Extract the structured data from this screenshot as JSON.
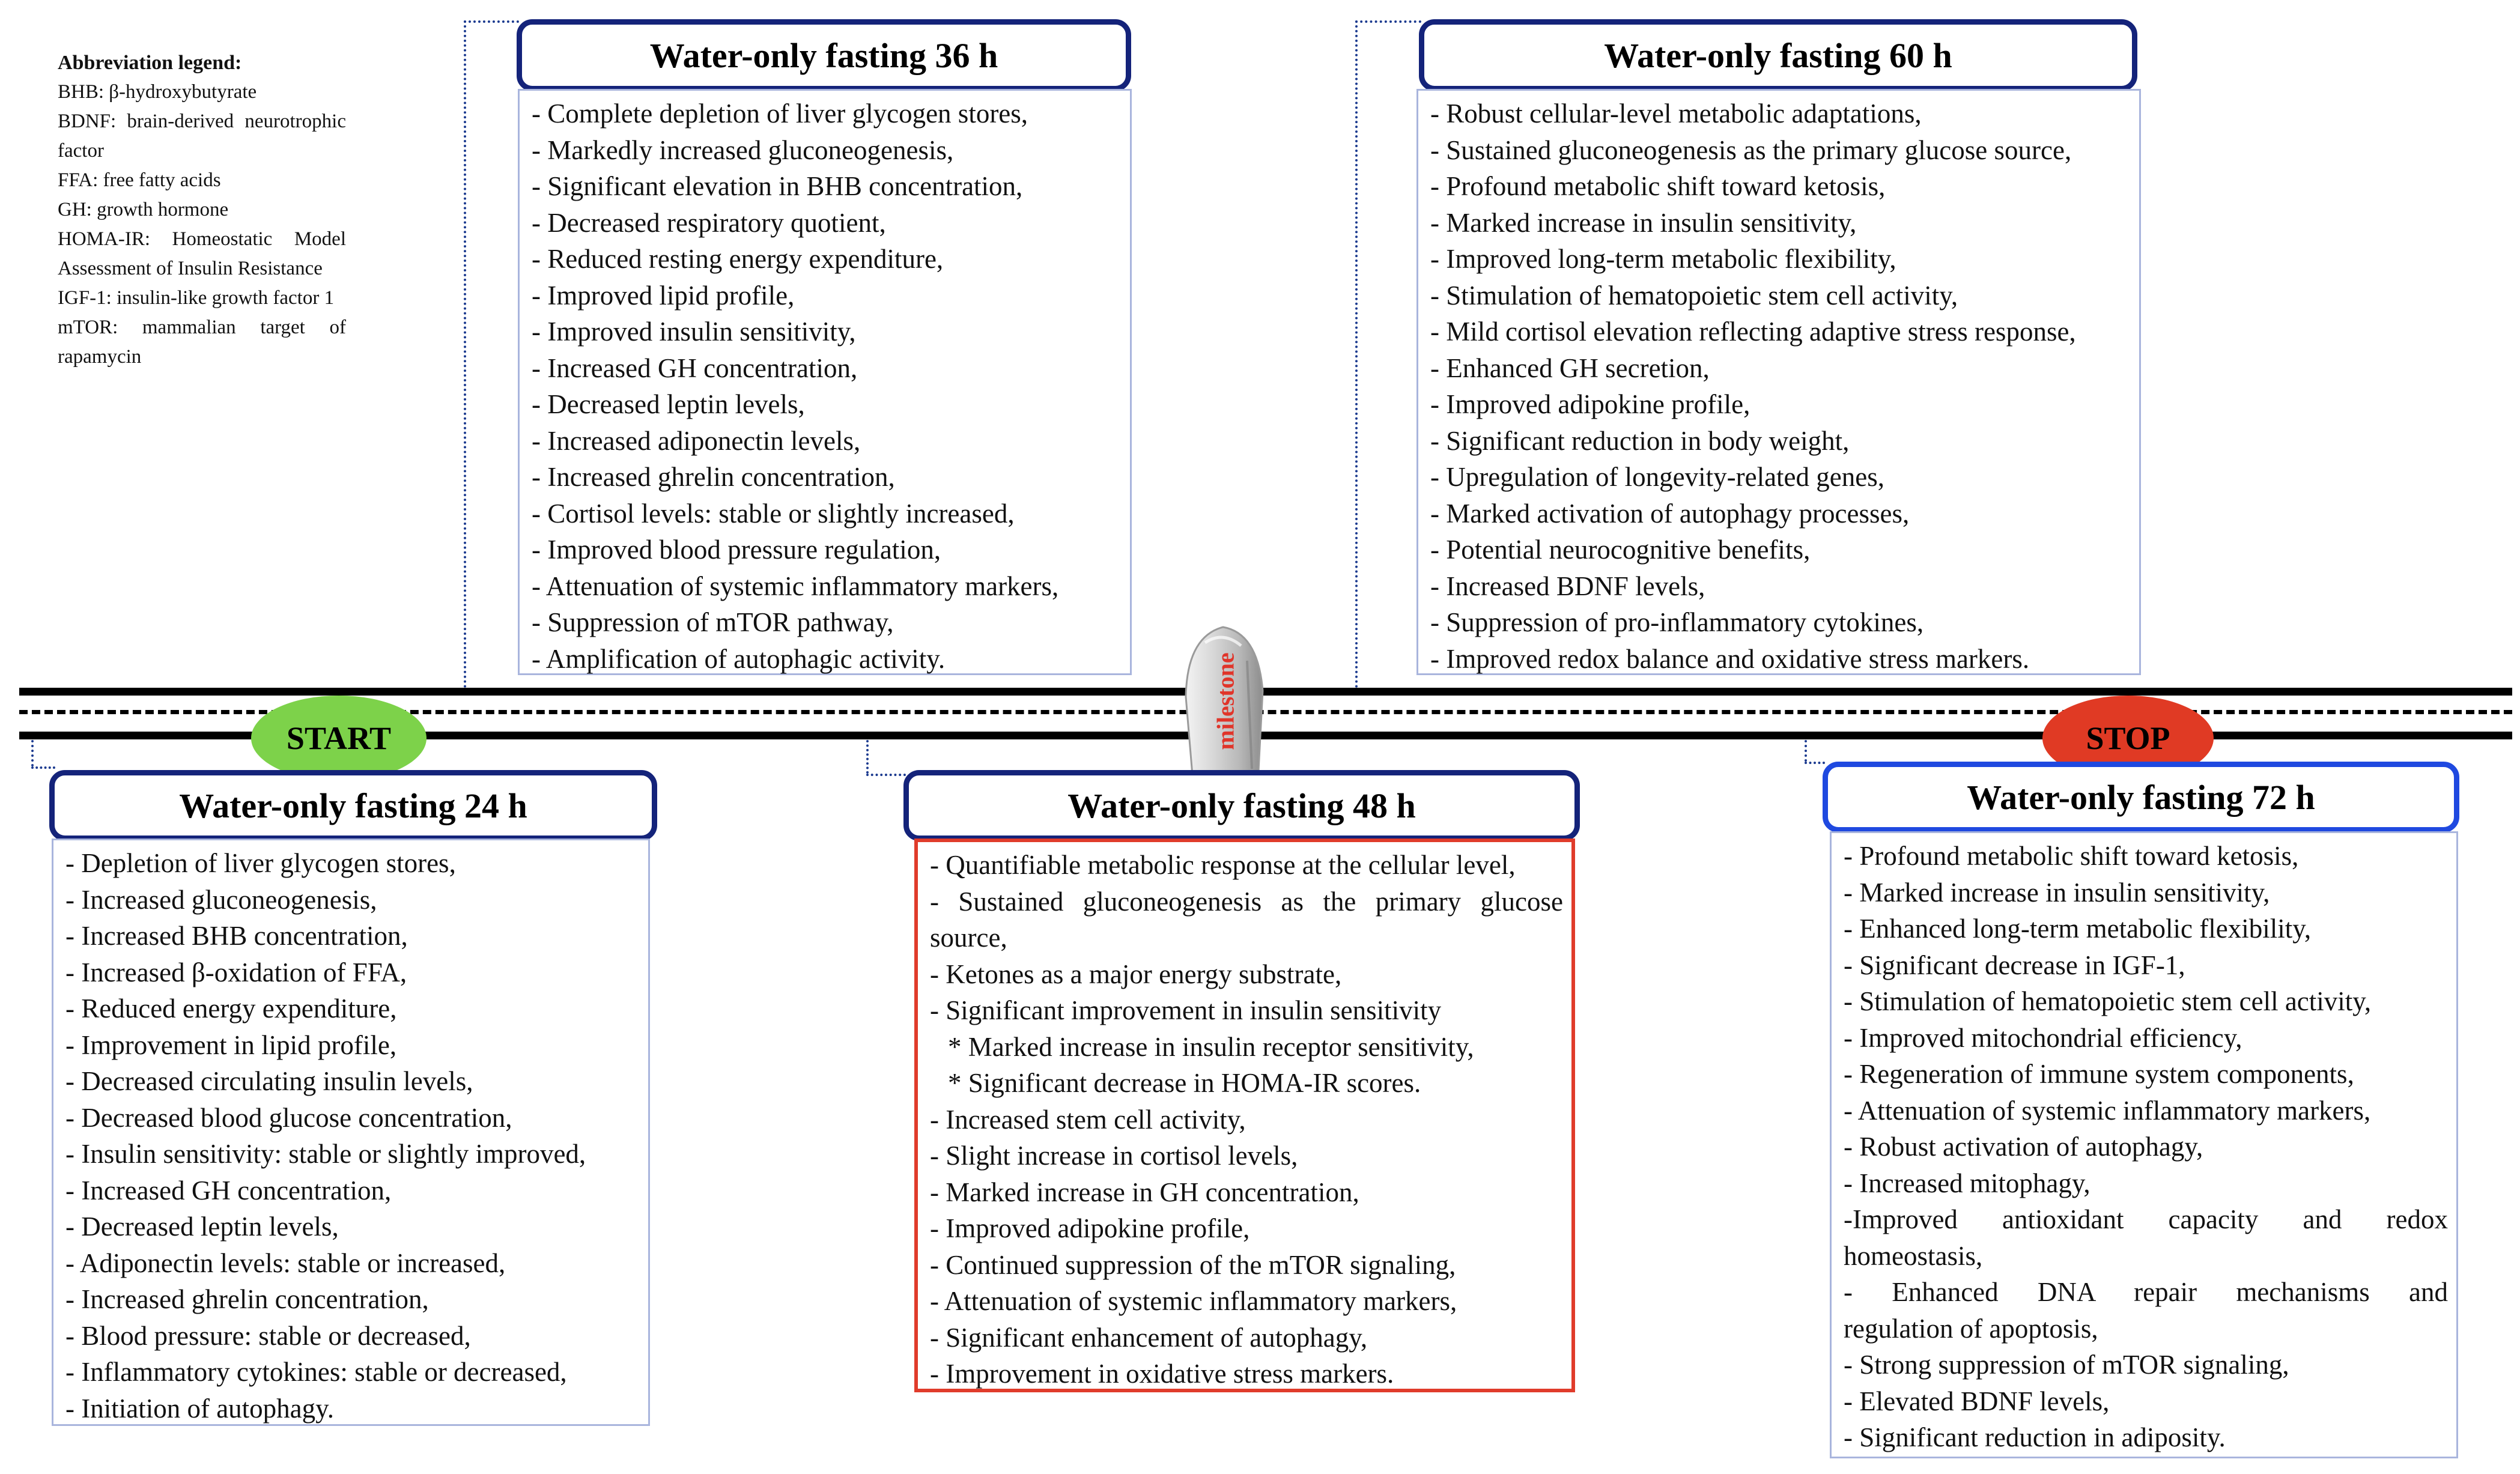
{
  "legend": {
    "title": "Abbreviation legend:",
    "items": [
      "BHB: β-hydroxybutyrate",
      "BDNF: brain-derived neurotrophic factor",
      "FFA: free fatty acids",
      "GH: growth hormone",
      "HOMA-IR: Homeostatic Model Assessment of Insulin Resistance",
      "IGF-1: insulin-like growth factor 1",
      "mTOR: mammalian target of rapamycin"
    ]
  },
  "timeline": {
    "start_label": "START",
    "stop_label": "STOP",
    "milestone_label": "milestone"
  },
  "colors": {
    "header_border": "#14237a",
    "header_border_72h": "#1f49e0",
    "start_oval": "#7dd24a",
    "stop_oval": "#e03a24",
    "box_48h_border": "#e03c2b",
    "content_border": "#a9b5dd"
  },
  "stages": {
    "h24": {
      "title": "Water-only fasting 24 h",
      "items": [
        "- Depletion of liver glycogen stores,",
        "- Increased gluconeogenesis,",
        "- Increased BHB concentration,",
        "- Increased β-oxidation of FFA,",
        "- Reduced energy expenditure,",
        "- Improvement in lipid profile,",
        "- Decreased circulating insulin levels,",
        "- Decreased blood glucose concentration,",
        "- Insulin sensitivity: stable or slightly improved,",
        "- Increased GH concentration,",
        "- Decreased leptin levels,",
        "- Adiponectin levels: stable or increased,",
        "- Increased ghrelin concentration,",
        "- Blood pressure: stable or decreased,",
        "- Inflammatory cytokines: stable or decreased,",
        "- Initiation of autophagy."
      ]
    },
    "h36": {
      "title": "Water-only fasting 36 h",
      "items": [
        "- Complete depletion of liver glycogen stores,",
        "- Markedly increased gluconeogenesis,",
        "- Significant elevation in BHB concentration,",
        "- Decreased respiratory quotient,",
        "- Reduced resting energy expenditure,",
        "- Improved lipid profile,",
        "- Improved insulin sensitivity,",
        "- Increased GH concentration,",
        "- Decreased leptin levels,",
        "- Increased adiponectin levels,",
        "- Increased ghrelin concentration,",
        "- Cortisol levels: stable or slightly increased,",
        "- Improved blood pressure regulation,",
        "- Attenuation of systemic inflammatory markers,",
        "- Suppression of mTOR pathway,",
        "- Amplification of autophagic activity."
      ]
    },
    "h48": {
      "title": "Water-only fasting 48 h",
      "items": [
        "- Quantifiable metabolic response at the cellular level,",
        "- Sustained gluconeogenesis as the primary glucose",
        "source,",
        "- Ketones as a major energy substrate,",
        "- Significant improvement in insulin sensitivity",
        "* Marked increase in insulin receptor sensitivity,",
        "* Significant decrease in HOMA-IR scores.",
        "- Increased stem cell activity,",
        "- Slight increase in cortisol levels,",
        "- Marked increase in GH concentration,",
        "- Improved adipokine profile,",
        "- Continued suppression of the mTOR signaling,",
        "- Attenuation of systemic inflammatory markers,",
        "- Significant enhancement of autophagy,",
        "- Improvement in oxidative stress markers."
      ]
    },
    "h60": {
      "title": "Water-only fasting 60 h",
      "items": [
        "- Robust cellular-level metabolic adaptations,",
        "- Sustained gluconeogenesis as the primary glucose source,",
        "- Profound metabolic shift toward ketosis,",
        "- Marked increase in insulin sensitivity,",
        "- Improved long-term metabolic flexibility,",
        "- Stimulation of hematopoietic stem cell activity,",
        "- Mild cortisol elevation reflecting adaptive stress response,",
        "- Enhanced GH secretion,",
        "- Improved adipokine profile,",
        "- Significant reduction in body weight,",
        "- Upregulation of longevity-related genes,",
        "- Marked activation of autophagy processes,",
        "- Potential neurocognitive benefits,",
        "- Increased BDNF levels,",
        "- Suppression of pro-inflammatory cytokines,",
        "- Improved redox balance and oxidative stress markers."
      ]
    },
    "h72": {
      "title": "Water-only fasting 72 h",
      "items": [
        "- Profound metabolic shift toward ketosis,",
        "- Marked increase in insulin sensitivity,",
        "- Enhanced long-term metabolic flexibility,",
        "- Significant decrease in IGF-1,",
        "- Stimulation of hematopoietic stem cell activity,",
        "- Improved mitochondrial efficiency,",
        "- Regeneration of immune system components,",
        "- Attenuation of systemic inflammatory markers,",
        "- Robust activation of autophagy,",
        "- Increased mitophagy,",
        "-Improved antioxidant capacity and redox",
        "homeostasis,",
        "- Enhanced DNA repair mechanisms and",
        "regulation of apoptosis,",
        "- Strong suppression of mTOR signaling,",
        "- Elevated BDNF levels,",
        "- Significant reduction in adiposity."
      ]
    }
  }
}
